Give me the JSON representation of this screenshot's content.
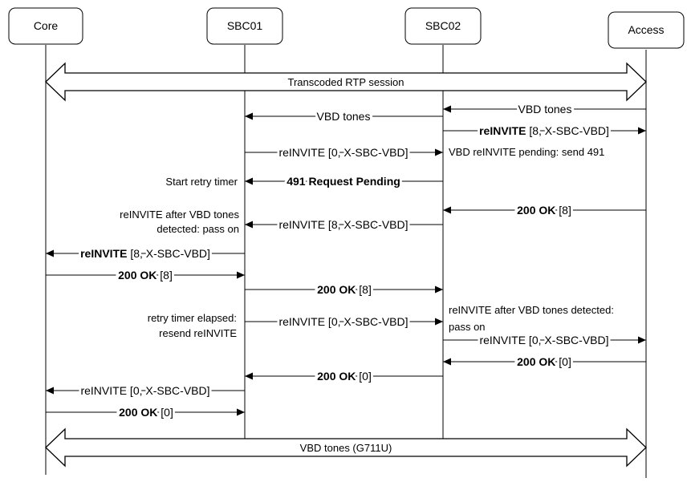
{
  "participants": [
    {
      "id": "core",
      "label": "Core"
    },
    {
      "id": "sbc01",
      "label": "SBC01"
    },
    {
      "id": "sbc02",
      "label": "SBC02"
    },
    {
      "id": "access",
      "label": "Access"
    }
  ],
  "sessions": {
    "top": "Transcoded RTP session",
    "bottom": "VBD tones (G711U)"
  },
  "messages": [
    {
      "id": "m1",
      "from": "access",
      "to": "sbc02",
      "bold": "",
      "rest": "VBD tones"
    },
    {
      "id": "m2",
      "from": "sbc02",
      "to": "sbc01",
      "bold": "",
      "rest": "VBD tones"
    },
    {
      "id": "m3",
      "from": "sbc02",
      "to": "access",
      "bold": "reINVITE",
      "rest": " [8, X-SBC-VBD]"
    },
    {
      "id": "m4",
      "from": "sbc01",
      "to": "sbc02",
      "bold": "",
      "rest": "reINVITE [0, X-SBC-VBD]"
    },
    {
      "id": "m5",
      "from": "sbc02",
      "to": "sbc01",
      "bold": "491 Request Pending",
      "rest": ""
    },
    {
      "id": "m6",
      "from": "access",
      "to": "sbc02",
      "bold": "200 OK",
      "rest": " [8]"
    },
    {
      "id": "m7",
      "from": "sbc02",
      "to": "sbc01",
      "bold": "",
      "rest": "reINVITE [8, X-SBC-VBD]"
    },
    {
      "id": "m8",
      "from": "sbc01",
      "to": "core",
      "bold": "reINVITE",
      "rest": " [8, X-SBC-VBD]"
    },
    {
      "id": "m9",
      "from": "core",
      "to": "sbc01",
      "bold": "200 OK",
      "rest": " [8]"
    },
    {
      "id": "m10",
      "from": "sbc01",
      "to": "sbc02",
      "bold": "200 OK",
      "rest": " [8]"
    },
    {
      "id": "m11",
      "from": "sbc01",
      "to": "sbc02",
      "bold": "",
      "rest": "reINVITE [0, X-SBC-VBD]"
    },
    {
      "id": "m12",
      "from": "sbc02",
      "to": "access",
      "bold": "",
      "rest": "reINVITE [0, X-SBC-VBD]"
    },
    {
      "id": "m13",
      "from": "access",
      "to": "sbc02",
      "bold": "200 OK",
      "rest": " [0]"
    },
    {
      "id": "m14",
      "from": "sbc02",
      "to": "sbc01",
      "bold": "200 OK",
      "rest": " [0]"
    },
    {
      "id": "m15",
      "from": "sbc01",
      "to": "core",
      "bold": "",
      "rest": "reINVITE [0, X-SBC-VBD]"
    },
    {
      "id": "m16",
      "from": "core",
      "to": "sbc01",
      "bold": "200 OK",
      "rest": " [0]"
    }
  ],
  "notes": [
    {
      "id": "n1",
      "lines": [
        "VBD reINVITE pending: send 491"
      ]
    },
    {
      "id": "n2",
      "lines": [
        "Start retry timer"
      ]
    },
    {
      "id": "n3",
      "lines": [
        "reINVITE after VBD tones",
        "detected: pass on"
      ]
    },
    {
      "id": "n4",
      "lines": [
        "retry timer elapsed:",
        "resend reINVITE"
      ]
    },
    {
      "id": "n5",
      "lines": [
        "reINVITE after VBD tones detected:",
        "pass on"
      ]
    }
  ]
}
